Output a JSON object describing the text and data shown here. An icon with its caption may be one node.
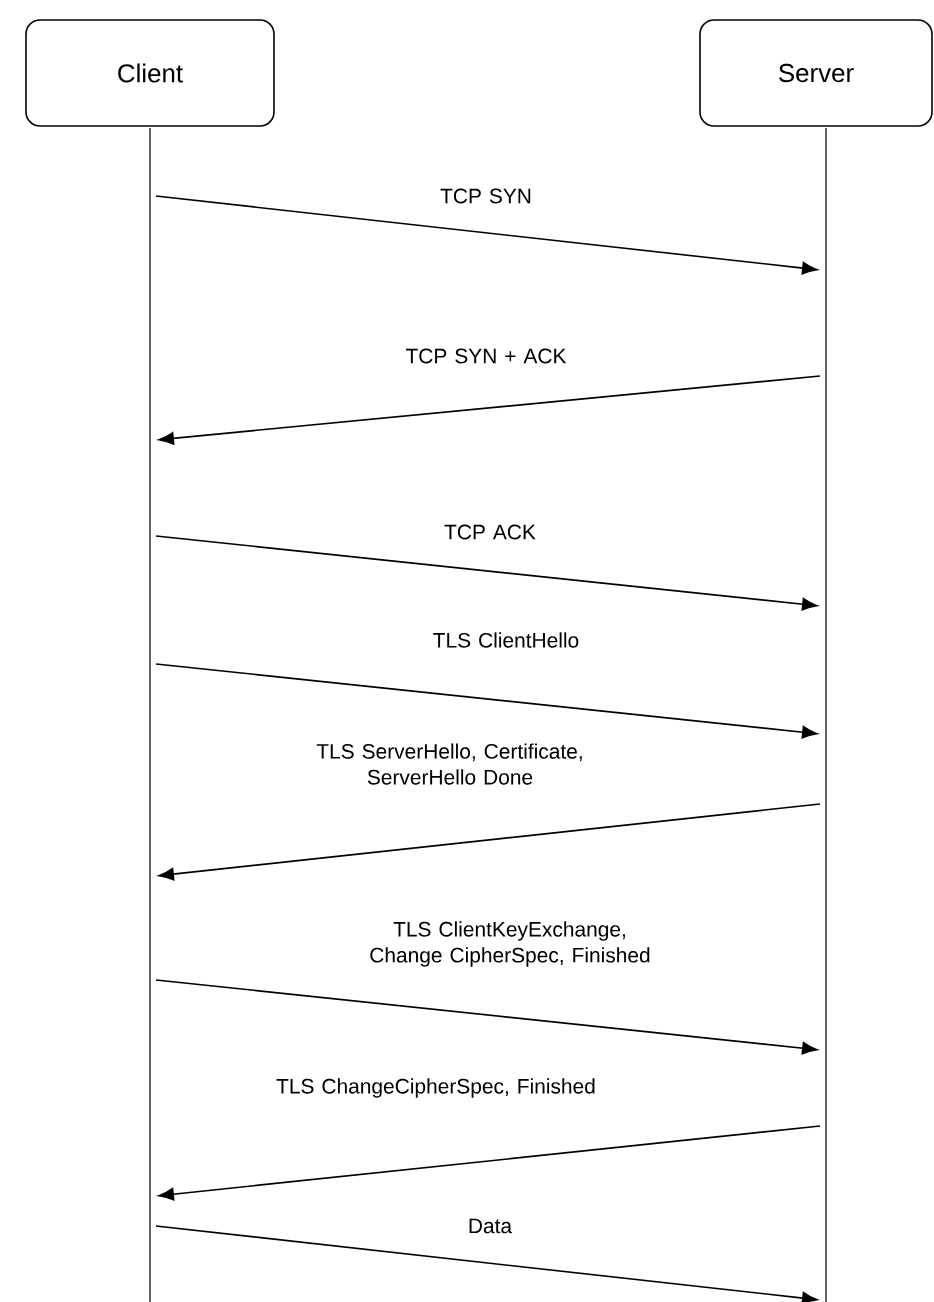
{
  "diagram": {
    "nodes": [
      {
        "text": [
          "Client"
        ]
      },
      {
        "text": [
          "Server"
        ]
      },
      {
        "text": [],
        "shape": "bar"
      },
      {
        "text": [],
        "shape": "bar"
      }
    ],
    "edges": [
      {
        "from": 2,
        "to": 3,
        "arrow": "to",
        "label": "TCP SYN"
      },
      {
        "from": 3,
        "to": 2,
        "arrow": "to",
        "label": "TCP SYN + ACK"
      },
      {
        "from": 2,
        "to": 3,
        "arrow": "to",
        "label": "TCP ACK"
      },
      {
        "from": 2,
        "to": 3,
        "arrow": "to",
        "label": "TLS ClientHello"
      },
      {
        "from": 3,
        "to": 2,
        "arrow": "to",
        "label": "TLS ServerHello, Certificate, ServerHello Done"
      },
      {
        "from": 2,
        "to": 3,
        "arrow": "to",
        "label": "TLS ClientKeyExchange, Change CipherSpec, Finished"
      },
      {
        "from": 3,
        "to": 2,
        "arrow": "to",
        "label": "TLS ChangeCipherSpec, Finished"
      },
      {
        "from": 2,
        "to": 3,
        "arrow": "to",
        "label": "Data"
      }
    ]
  }
}
